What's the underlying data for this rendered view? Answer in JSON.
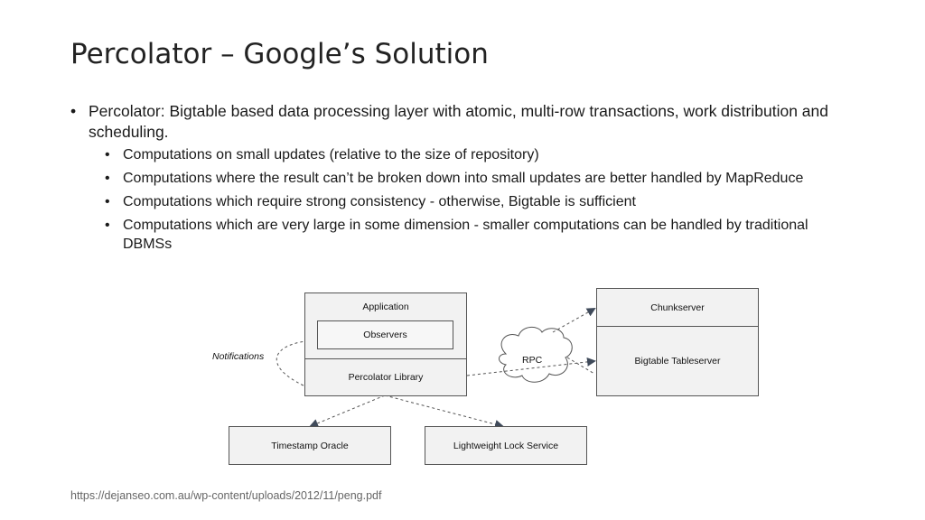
{
  "slide": {
    "title": "Percolator – Google’s Solution",
    "bullet_main": "Percolator: Bigtable based data processing layer with atomic, multi-row transactions, work distribution and scheduling.",
    "sub_bullets": [
      "Computations on small updates (relative to the size of repository)",
      "Computations where the result can’t be broken down into small updates are better handled by MapReduce",
      "Computations which require strong consistency - otherwise, Bigtable is sufficient",
      "Computations which are very large in some dimension - smaller computations can be handled by traditional DBMSs"
    ],
    "source": "https://dejanseo.com.au/wp-content/uploads/2012/11/peng.pdf"
  },
  "diagram": {
    "application": "Application",
    "observers": "Observers",
    "percolator_library": "Percolator Library",
    "notifications": "Notifications",
    "rpc": "RPC",
    "chunkserver": "Chunkserver",
    "tableserver": "Bigtable Tableserver",
    "timestamp_oracle": "Timestamp Oracle",
    "lock_service": "Lightweight Lock Service"
  }
}
